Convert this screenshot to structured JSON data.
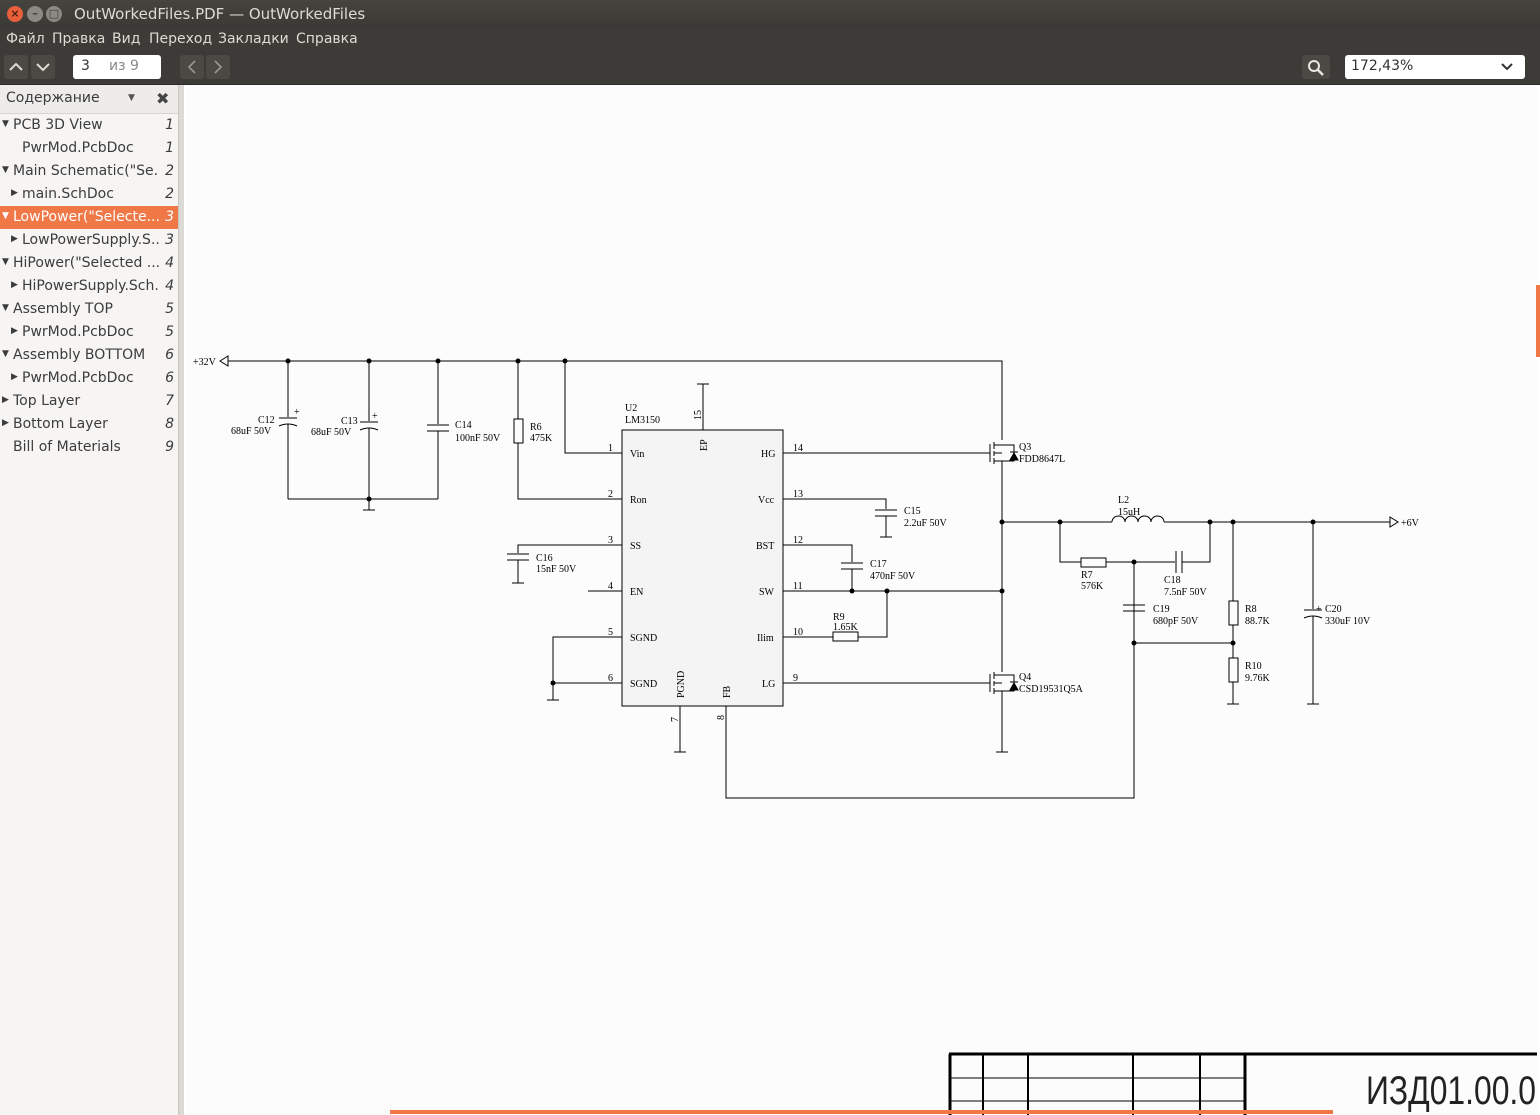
{
  "window": {
    "title": "OutWorkedFiles.PDF — OutWorkedFiles"
  },
  "menu": {
    "items": [
      "Файл",
      "Правка",
      "Вид",
      "Переход",
      "Закладки",
      "Справка"
    ]
  },
  "toolbar": {
    "page_current": "3",
    "page_of": "из 9",
    "zoom": "172,43%"
  },
  "sidebar": {
    "title": "Содержание",
    "items": [
      {
        "label": "PCB 3D View",
        "page": "1"
      },
      {
        "label": "PwrMod.PcbDoc",
        "page": "1"
      },
      {
        "label": "Main Schematic(\"Se...",
        "page": "2"
      },
      {
        "label": "main.SchDoc",
        "page": "2"
      },
      {
        "label": "LowPower(\"Selecte...",
        "page": "3"
      },
      {
        "label": "LowPowerSupply.S...",
        "page": "3"
      },
      {
        "label": "HiPower(\"Selected ...",
        "page": "4"
      },
      {
        "label": "HiPowerSupply.Sch...",
        "page": "4"
      },
      {
        "label": "Assembly TOP",
        "page": "5"
      },
      {
        "label": "PwrMod.PcbDoc",
        "page": "5"
      },
      {
        "label": "Assembly BOTTOM",
        "page": "6"
      },
      {
        "label": "PwrMod.PcbDoc",
        "page": "6"
      },
      {
        "label": "Top Layer",
        "page": "7"
      },
      {
        "label": "Bottom Layer",
        "page": "8"
      },
      {
        "label": "Bill of Materials",
        "page": "9"
      }
    ]
  },
  "schematic": {
    "net_in": "+32V",
    "net_out": "+6V",
    "ic": {
      "ref": "U2",
      "part": "LM3150"
    },
    "pins_left": [
      {
        "num": "1",
        "name": "Vin"
      },
      {
        "num": "2",
        "name": "Ron"
      },
      {
        "num": "3",
        "name": "SS"
      },
      {
        "num": "4",
        "name": "EN"
      },
      {
        "num": "5",
        "name": "SGND"
      },
      {
        "num": "6",
        "name": "SGND"
      }
    ],
    "pins_right": [
      {
        "num": "14",
        "name": "HG"
      },
      {
        "num": "13",
        "name": "Vcc"
      },
      {
        "num": "12",
        "name": "BST"
      },
      {
        "num": "11",
        "name": "SW"
      },
      {
        "num": "10",
        "name": "Ilim"
      },
      {
        "num": "9",
        "name": "LG"
      }
    ],
    "pin_ep": {
      "num": "15",
      "name": "EP"
    },
    "pin_pgnd": {
      "num": "7",
      "name": "PGND"
    },
    "pin_fb": {
      "num": "8",
      "name": "FB"
    },
    "c12": {
      "ref": "C12",
      "val": "68uF 50V"
    },
    "c13": {
      "ref": "C13",
      "val": "68uF 50V"
    },
    "c14": {
      "ref": "C14",
      "val": "100nF 50V"
    },
    "r6": {
      "ref": "R6",
      "val": "475K"
    },
    "c16": {
      "ref": "C16",
      "val": "15nF 50V"
    },
    "c15": {
      "ref": "C15",
      "val": "2.2uF 50V"
    },
    "c17": {
      "ref": "C17",
      "val": "470nF 50V"
    },
    "r9": {
      "ref": "R9",
      "val": "1.65K"
    },
    "q3": {
      "ref": "Q3",
      "val": "FDD8647L"
    },
    "q4": {
      "ref": "Q4",
      "val": "CSD19531Q5A"
    },
    "l2": {
      "ref": "L2",
      "val": "15uH"
    },
    "r7": {
      "ref": "R7",
      "val": "576K"
    },
    "c18": {
      "ref": "C18",
      "val": "7.5nF 50V"
    },
    "c19": {
      "ref": "C19",
      "val": "680pF 50V"
    },
    "r8": {
      "ref": "R8",
      "val": "88.7K"
    },
    "r10": {
      "ref": "R10",
      "val": "9.76K"
    },
    "c20": {
      "ref": "C20",
      "val": "330uF 10V"
    },
    "doc_code": "ИЗД01.00.0"
  }
}
